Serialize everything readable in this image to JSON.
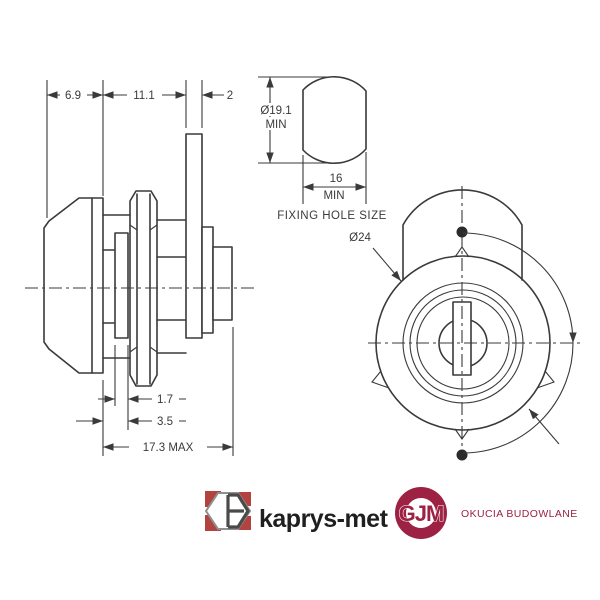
{
  "drawing": {
    "top_dims": {
      "head_height": "6.9",
      "body_length": "11.1",
      "cam_thickness": "2"
    },
    "bottom_dims": {
      "washer_thickness": "1.7",
      "grip_range": "3.5",
      "total_length": "17.3 MAX"
    },
    "fixing_hole": {
      "diameter": "Ø19.1",
      "diameter_qualifier": "MIN",
      "width": "16",
      "width_qualifier": "MIN",
      "caption": "FIXING HOLE SIZE"
    },
    "front_view": {
      "outer_diameter": "Ø24"
    }
  },
  "footer": {
    "kaprys": {
      "name": "kaprys-met"
    },
    "gjm": {
      "name": "GJM",
      "tagline": "OKUCIA BUDOWLANE"
    }
  },
  "colors": {
    "line": "#3a3a3a",
    "brand_maroon": "#9c2143",
    "brand_brick": "#b2433e",
    "background": "#ffffff"
  }
}
